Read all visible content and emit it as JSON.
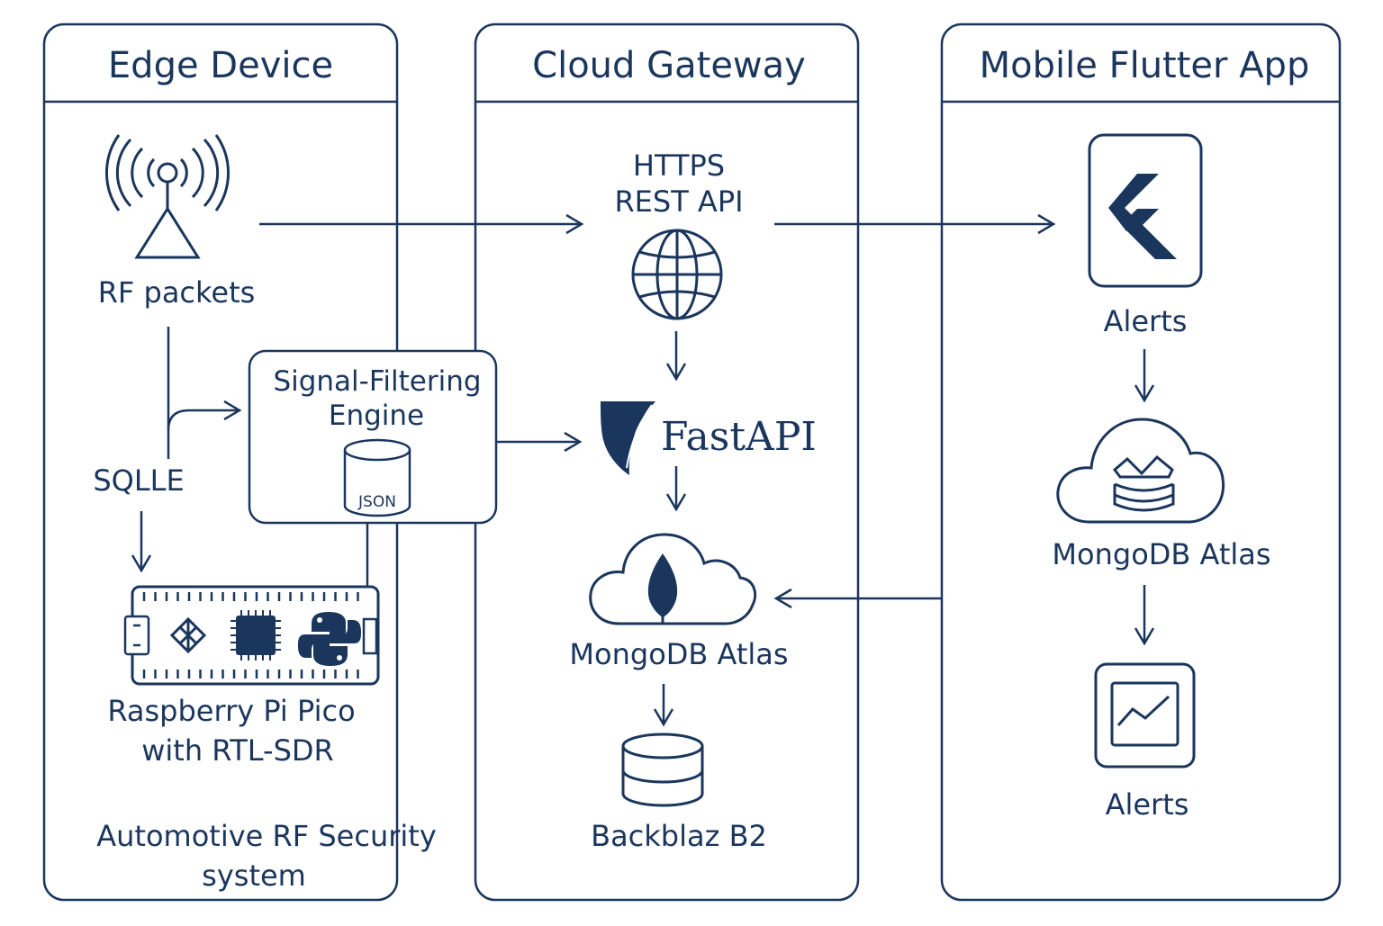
{
  "colors": {
    "ink": "#1b365d",
    "background": "#ffffff"
  },
  "columns": {
    "edge": {
      "title": "Edge Device"
    },
    "cloud": {
      "title": "Cloud Gateway"
    },
    "mobile": {
      "title": "Mobile Flutter App"
    }
  },
  "edge": {
    "rf_label": "RF packets",
    "filter_line1": "Signal-Filtering",
    "filter_line2": "Engine",
    "json_label": "JSON",
    "sqlite_label": "SQLLE",
    "board_line1": "Raspberry Pi Pico",
    "board_line2": "with RTL-SDR",
    "footer_line1": "Automotive RF Security",
    "footer_line2": "system"
  },
  "cloud": {
    "api_line1": "HTTPS",
    "api_line2": "REST API",
    "fastapi_label": "FastAPI",
    "mongo_label": "MongoDB Atlas",
    "storage_label": "Backblaz B2"
  },
  "mobile": {
    "alerts_top": "Alerts",
    "mongo_label": "MongoDB Atlas",
    "alerts_bottom": "Alerts"
  },
  "icons": {
    "antenna": "antenna-icon",
    "globe": "globe-icon",
    "database": "database-icon",
    "cloud": "cloud-icon",
    "leaf": "mongodb-leaf-icon",
    "flutter": "flutter-logo-icon",
    "phone": "smartphone-icon",
    "chart": "line-chart-icon",
    "python": "python-logo-icon",
    "chip": "chip-icon",
    "raspberry": "raspberry-logo-icon"
  }
}
